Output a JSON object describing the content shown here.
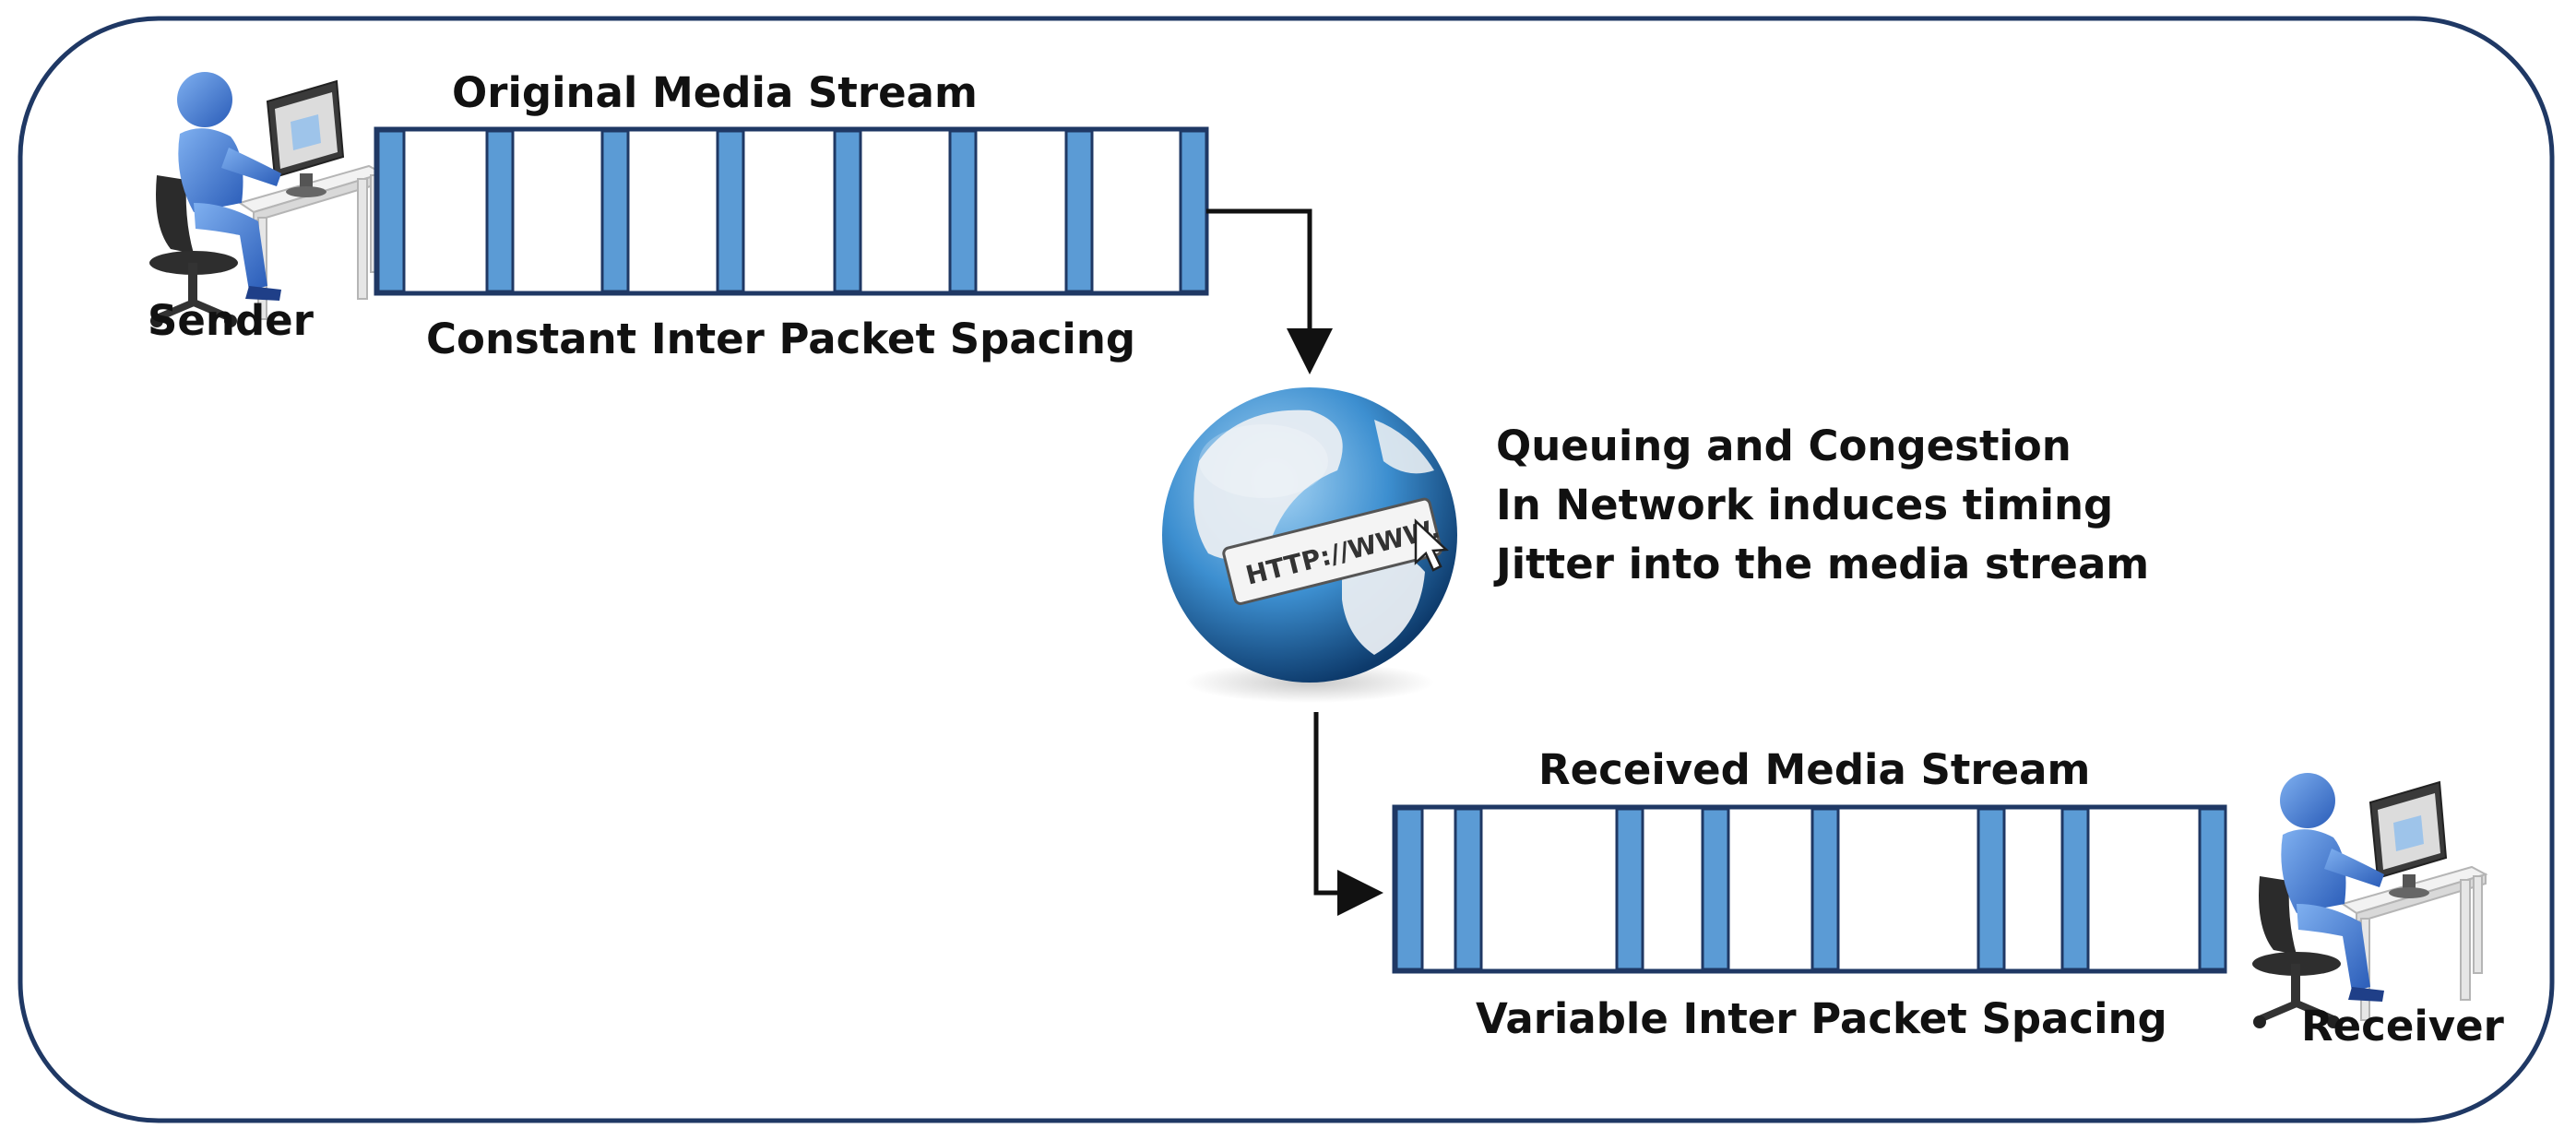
{
  "labels": {
    "original_stream": "Original Media Stream",
    "constant_spacing": "Constant Inter Packet Spacing",
    "sender": "Sender",
    "received_stream": "Received Media Stream",
    "variable_spacing": "Variable Inter Packet Spacing",
    "receiver": "Receiver",
    "globe_url": "HTTP://WWW."
  },
  "network_note": [
    "Queuing and Congestion",
    "In Network induces timing",
    "Jitter into the media stream"
  ],
  "colors": {
    "border": "#1f3864",
    "packet_blue": "#5b9bd5",
    "packet_outline": "#1f3864",
    "arrow": "#111111",
    "person_blue": "#4a7fd4",
    "globe_ocean": "#3d8fd0",
    "globe_land": "#e8edf2"
  },
  "icons": {
    "sender": "person-at-computer-icon",
    "receiver": "person-at-computer-icon",
    "network": "globe-icon"
  }
}
